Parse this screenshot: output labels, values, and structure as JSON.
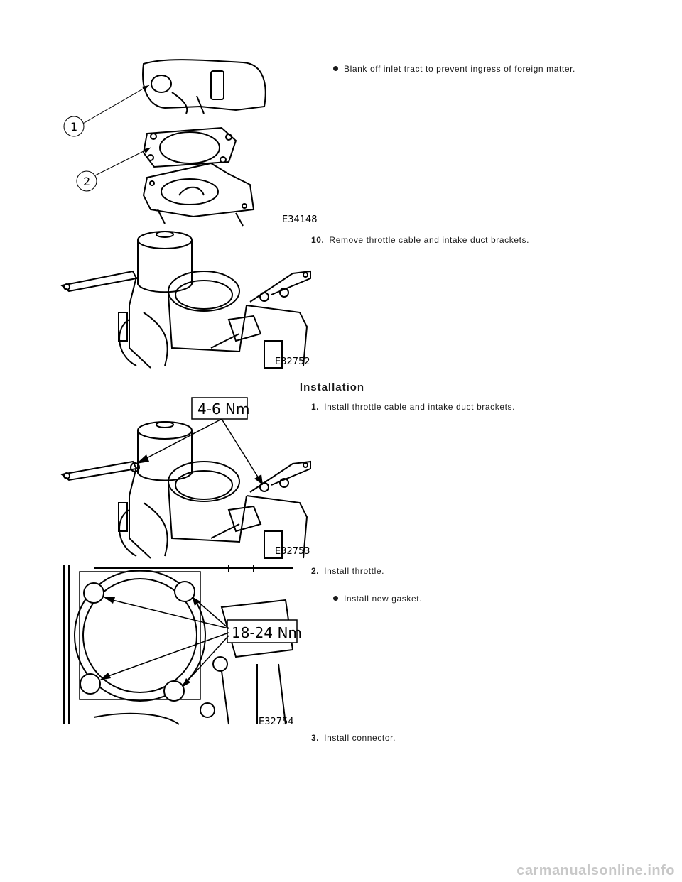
{
  "figures": {
    "fig1": {
      "id": "E34148",
      "callouts": [
        "1",
        "2"
      ]
    },
    "fig2": {
      "id": "E32752"
    },
    "fig3": {
      "id": "E32753",
      "torque": "4-6 Nm"
    },
    "fig4": {
      "id": "E32754",
      "torque": "18-24 Nm"
    }
  },
  "removal_tail": {
    "bullet": "Blank off inlet tract to prevent ingress of foreign matter.",
    "step10": {
      "number": "10.",
      "text": "Remove throttle cable and intake duct brackets."
    }
  },
  "installation": {
    "title": "Installation",
    "step1": {
      "number": "1.",
      "text": "Install throttle cable and intake duct brackets."
    },
    "step2": {
      "number": "2.",
      "text": "Install throttle.",
      "bullet": "Install new gasket."
    },
    "step3": {
      "number": "3.",
      "text": "Install connector."
    }
  },
  "watermark": "carmanualsonline.info"
}
